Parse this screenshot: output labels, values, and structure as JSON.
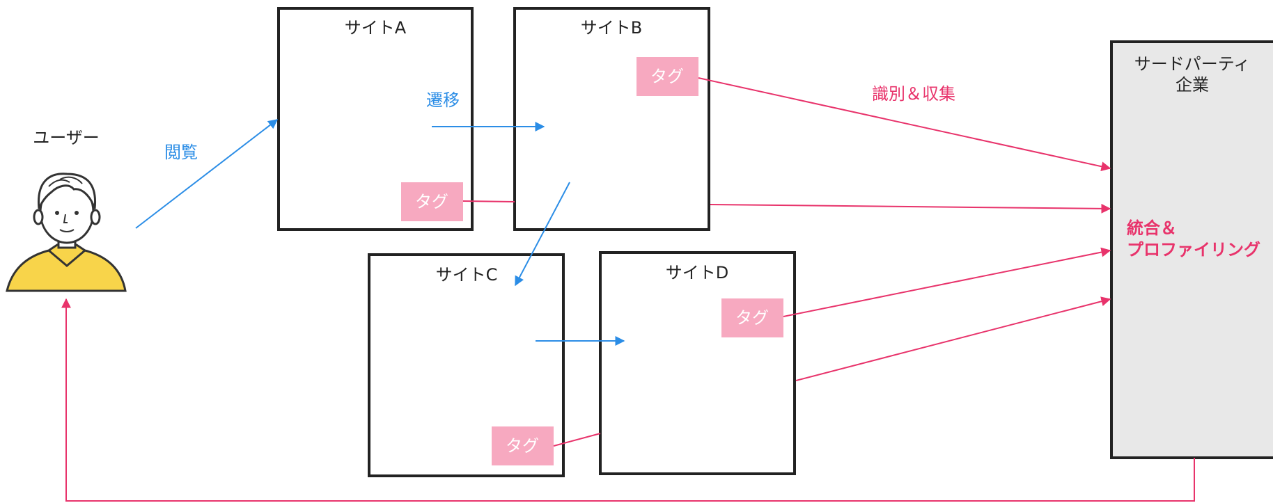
{
  "user": {
    "label": "ユーザー",
    "icon": "user-avatar-icon",
    "shirt_color": "#f8d44a"
  },
  "sites": {
    "a": {
      "label": "サイトA"
    },
    "b": {
      "label": "サイトB"
    },
    "c": {
      "label": "サイトC"
    },
    "d": {
      "label": "サイトD"
    }
  },
  "tag_label": "タグ",
  "third_party": {
    "line1": "サードパーティ",
    "line2": "企業",
    "integrate_line1": "統合＆",
    "integrate_line2": "プロファイリング"
  },
  "arrows": {
    "browse": "閲覧",
    "transition": "遷移",
    "collect": "識別＆収集"
  },
  "colors": {
    "blue": "#2b8de6",
    "pink": "#e8336b",
    "tag": "#f7a9c0",
    "third_party_fill": "#e8e8e8"
  }
}
